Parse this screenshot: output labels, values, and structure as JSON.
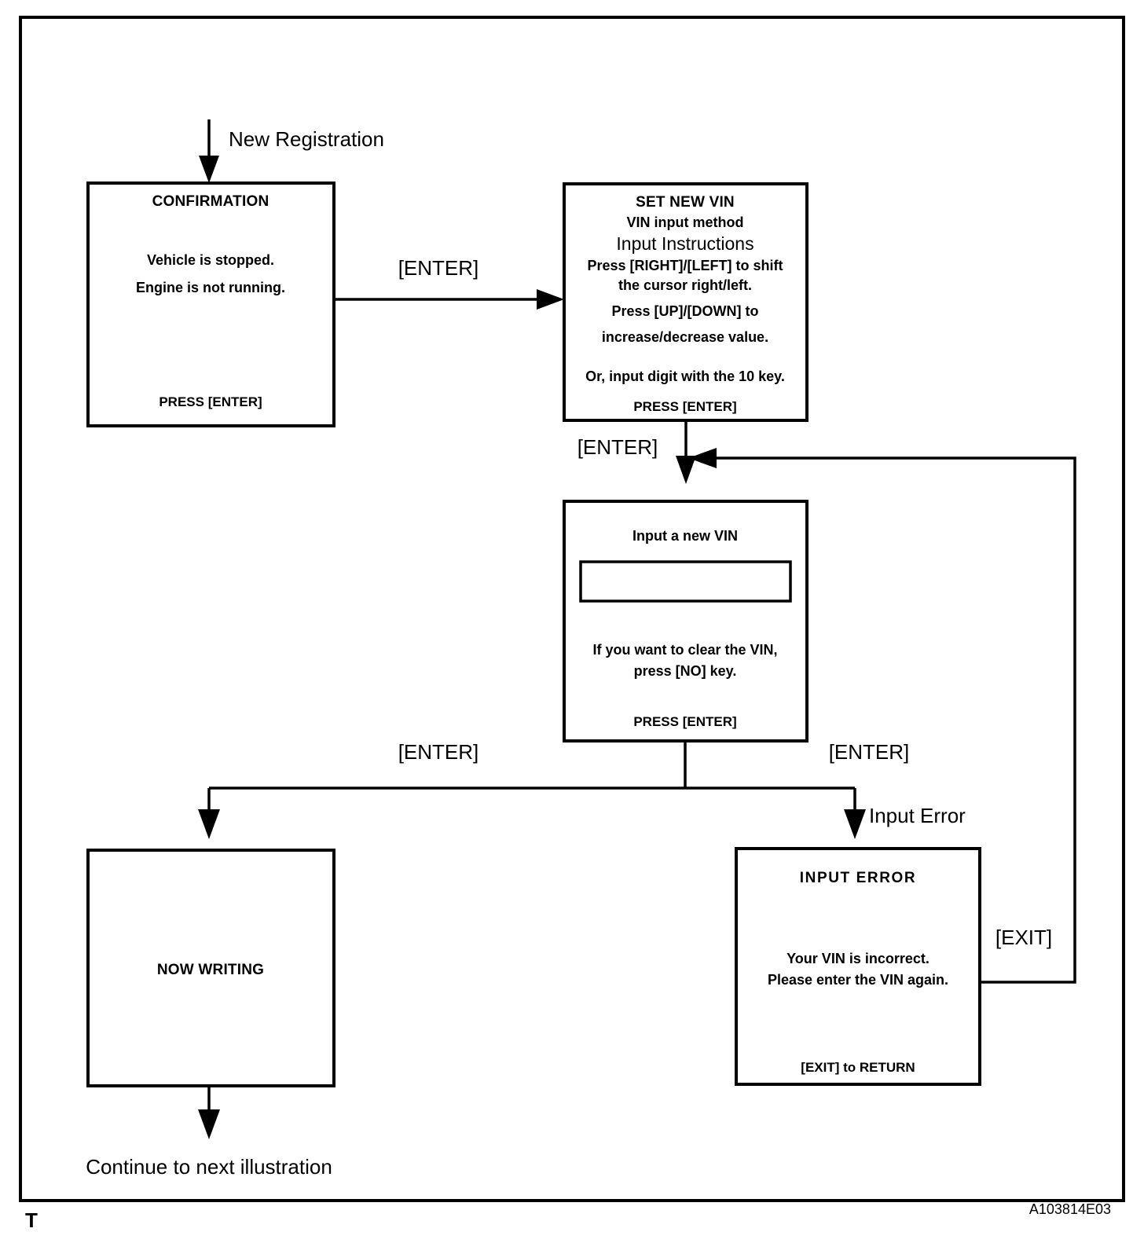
{
  "figure": {
    "id_code": "A103814E03",
    "sheet_mark": "T"
  },
  "entry": {
    "label": "New Registration"
  },
  "exit": {
    "label": "Continue to next illustration"
  },
  "transitions": {
    "confirm_to_setvin": "[ENTER]",
    "setvin_to_input": "[ENTER]",
    "input_to_writing": "[ENTER]",
    "input_to_error": "[ENTER]",
    "error_branch_note": "Input Error",
    "error_return": "[EXIT]"
  },
  "screens": {
    "confirmation": {
      "title": "CONFIRMATION",
      "body_lines": [
        "Vehicle is stopped.",
        "Engine is not running."
      ],
      "footer": "PRESS [ENTER]"
    },
    "set_new_vin": {
      "title": "SET NEW VIN",
      "subtitle": "VIN input method",
      "heading": "Input Instructions",
      "body_lines": [
        "Press [RIGHT]/[LEFT] to shift",
        "the cursor right/left.",
        "Press [UP]/[DOWN]  to",
        "increase/decrease value."
      ],
      "extra_line": "Or, input digit with the 10 key.",
      "footer": "PRESS [ENTER]"
    },
    "input_new_vin": {
      "title": "Input a new VIN",
      "field_value": "",
      "body_lines": [
        "If you want to clear the VIN,",
        "press [NO] key."
      ],
      "footer": "PRESS [ENTER]"
    },
    "now_writing": {
      "title": "NOW WRITING"
    },
    "input_error": {
      "title": "INPUT  ERROR",
      "body_lines": [
        "Your VIN is incorrect.",
        "Please enter the VIN again."
      ],
      "footer": "[EXIT] to RETURN"
    }
  }
}
